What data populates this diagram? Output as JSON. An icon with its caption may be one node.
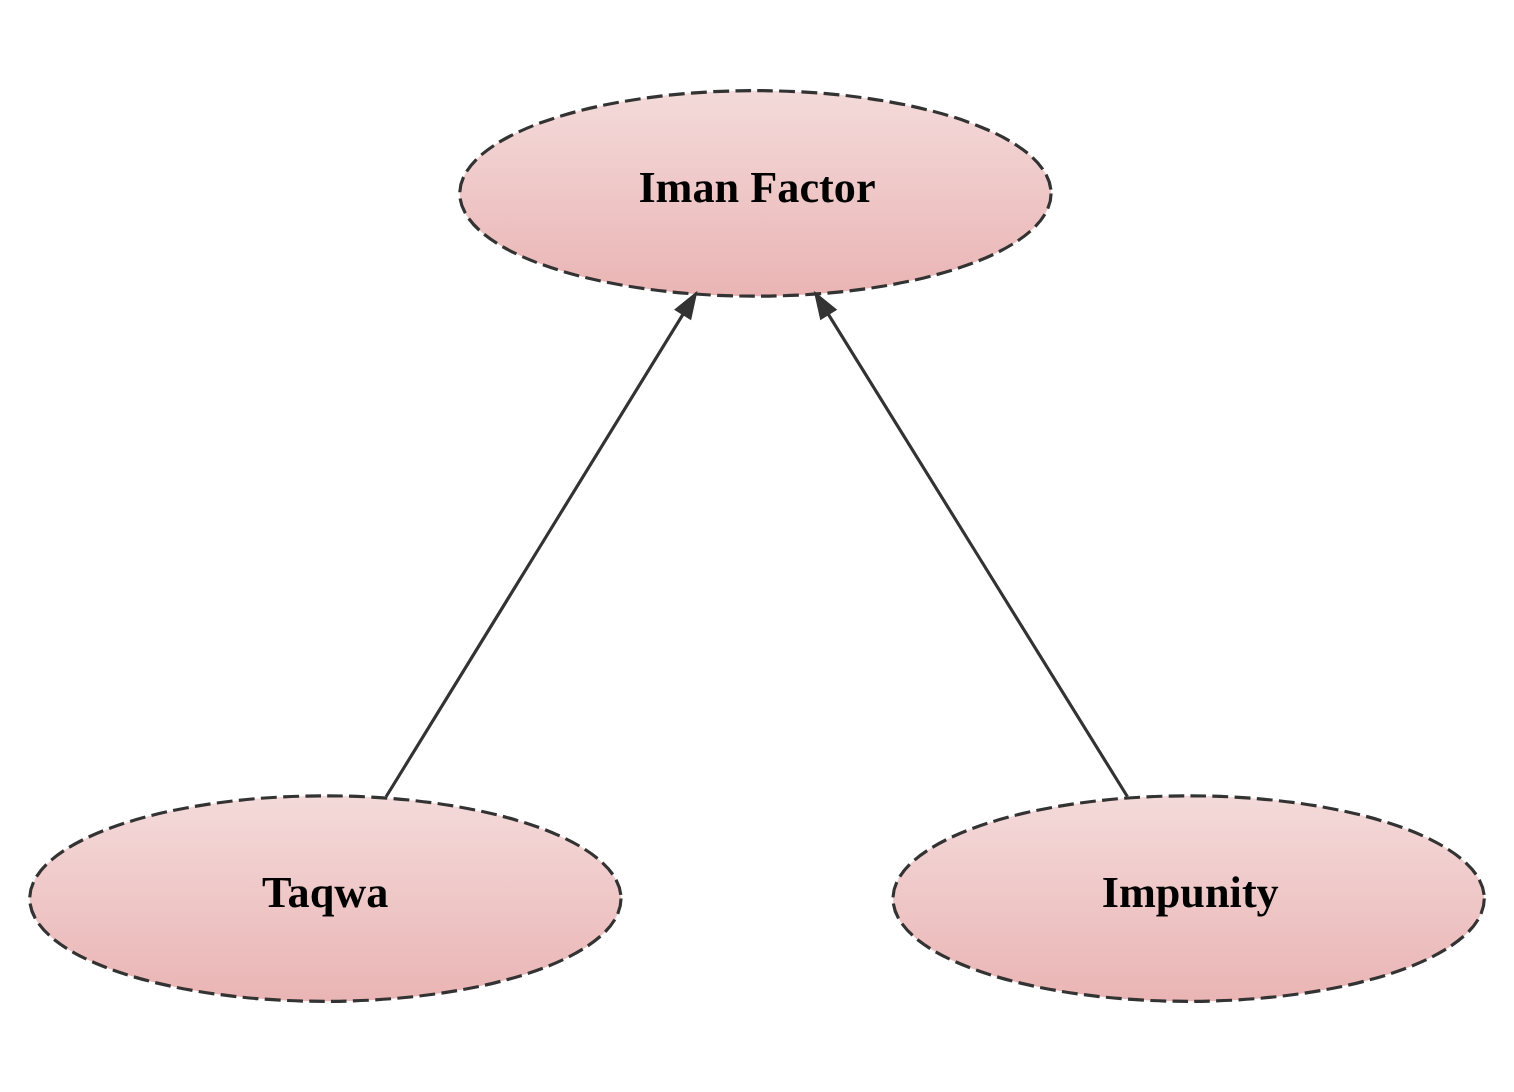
{
  "diagram": {
    "nodes": [
      {
        "text": [
          "Iman Factor"
        ]
      },
      {
        "text": [
          "Taqwa"
        ]
      },
      {
        "text": [
          "Impunity"
        ]
      }
    ],
    "edges": [
      {
        "from": 1,
        "to": 0,
        "arrow": "to"
      },
      {
        "from": 2,
        "to": 0,
        "arrow": "to"
      }
    ]
  }
}
